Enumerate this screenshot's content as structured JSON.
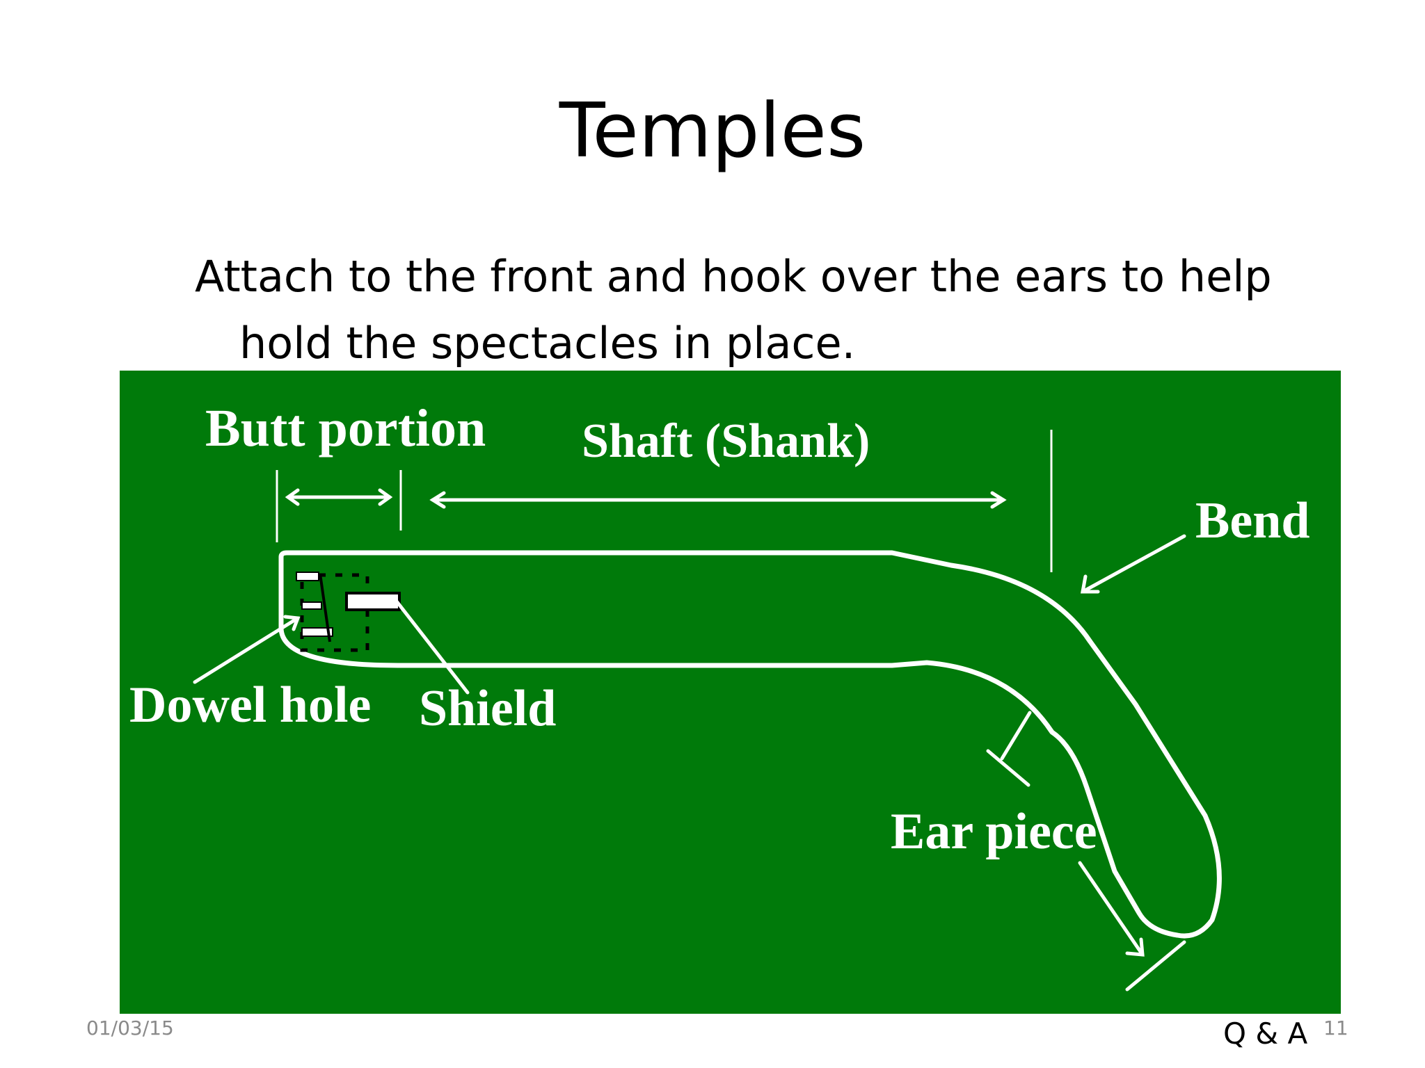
{
  "slide": {
    "title": "Temples",
    "body": "Attach to the front and hook over the ears to help hold the spectacles in place."
  },
  "diagram": {
    "background_color": "#007a0a",
    "line_color": "#ffffff",
    "labels": {
      "butt_portion": "Butt portion",
      "shaft": "Shaft (Shank)",
      "bend": "Bend",
      "dowel_hole": "Dowel hole",
      "shield": "Shield",
      "ear_piece": "Ear piece"
    }
  },
  "footer": {
    "date": "01/03/15",
    "link": "Q & A",
    "page_number": "11"
  }
}
